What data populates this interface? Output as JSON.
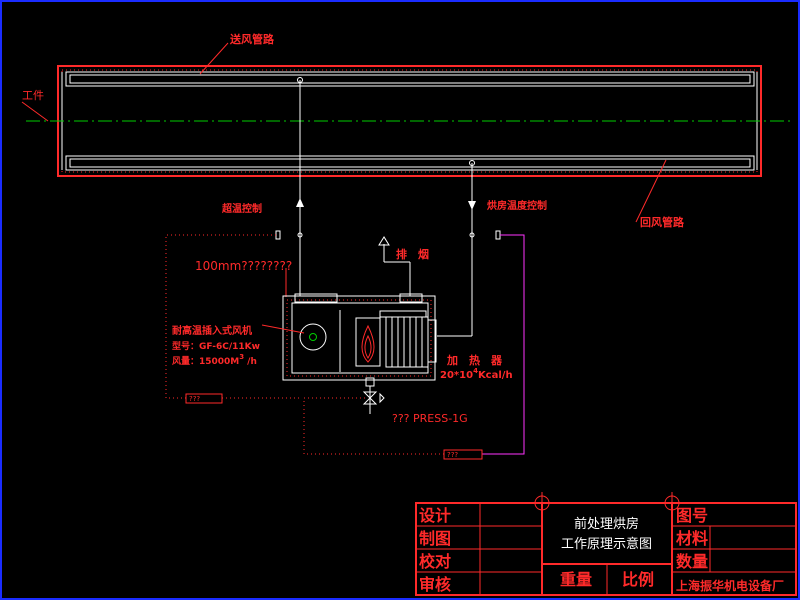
{
  "labels": {
    "supply_duct": "送风管路",
    "workpiece": "工件",
    "return_duct": "回风管路",
    "over_temp_control": "超温控制",
    "oven_temp_control": "烘房温度控制",
    "exhaust": "排　烟",
    "sensor_length": "100mm????????",
    "fan_name": "耐高温插入式风机",
    "fan_model": "型号：GF-6C/11Kw",
    "fan_airflow": "风量：15000M",
    "fan_airflow_sup": "3",
    "fan_airflow_unit": "/h",
    "heater_name": "加　热　器",
    "heater_capacity": "20*10",
    "heater_capacity_sup": "4",
    "heater_capacity_unit": "Kcal/h",
    "burner_ctrl": "??? PRESS-1G",
    "tag_left": "???",
    "tag_bottom": "???"
  },
  "title_block": {
    "design": "设计",
    "drafting": "制图",
    "check": "校对",
    "review": "审核",
    "title_line1": "前处理烘房",
    "title_line2": "工作原理示意图",
    "weight": "重量",
    "scale": "比例",
    "drawing_no": "图号",
    "material": "材料",
    "quantity": "数量",
    "company": "上海振华机电设备厂"
  }
}
